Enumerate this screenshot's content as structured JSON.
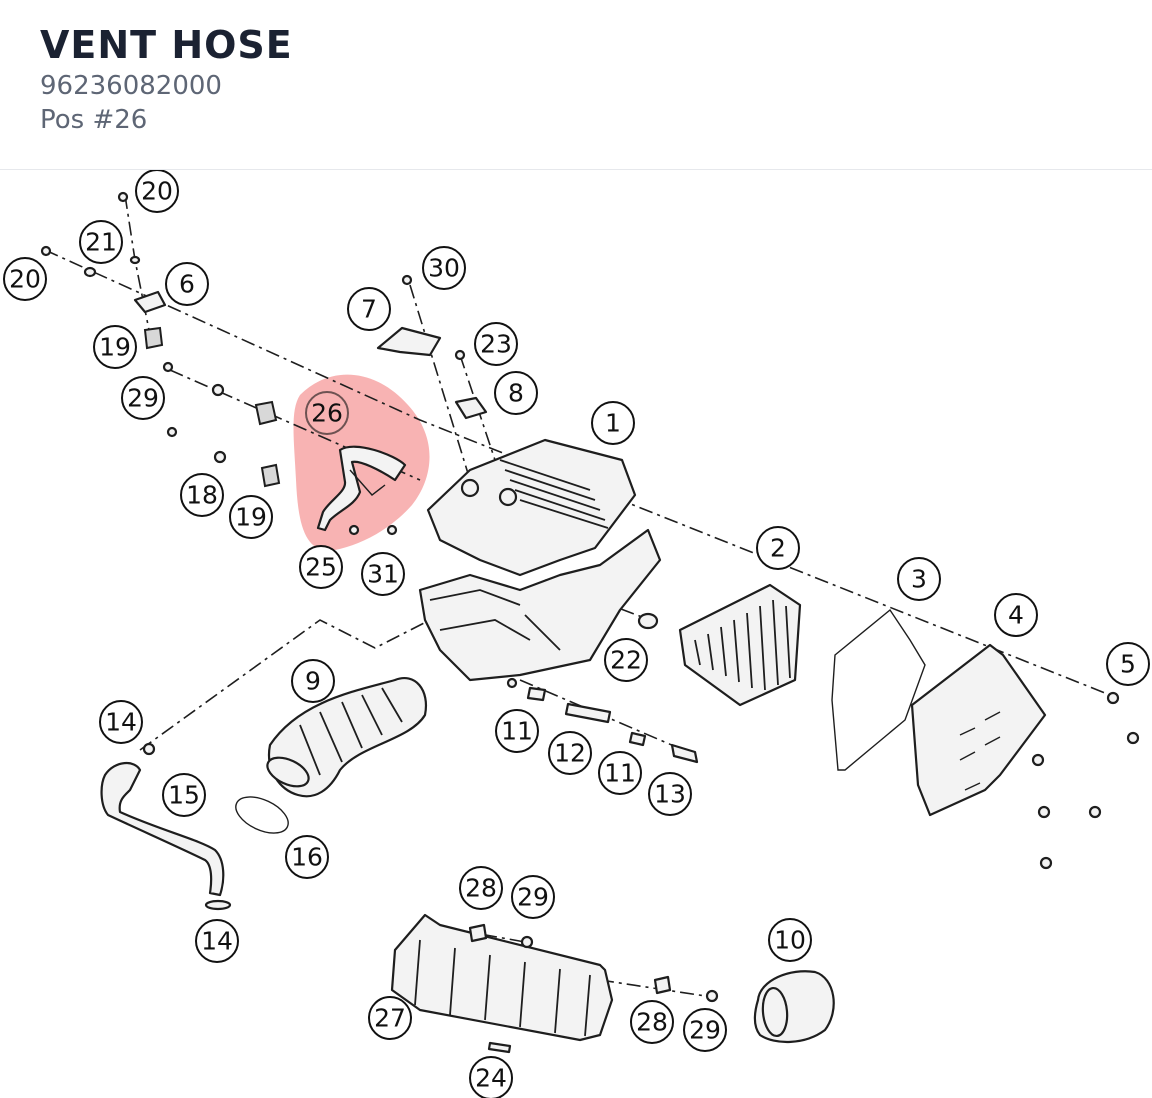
{
  "part": {
    "name": "VENT HOSE",
    "number": "96236082000",
    "position": "Pos #26"
  },
  "diagram": {
    "highlighted_callout": "26",
    "highlight_color": "#f58a8a",
    "callouts": [
      "1",
      "2",
      "3",
      "4",
      "5",
      "6",
      "7",
      "8",
      "9",
      "10",
      "11",
      "11",
      "12",
      "13",
      "14",
      "14",
      "15",
      "16",
      "18",
      "19",
      "19",
      "20",
      "20",
      "21",
      "22",
      "23",
      "24",
      "25",
      "26",
      "27",
      "28",
      "28",
      "29",
      "29",
      "29",
      "30",
      "31"
    ]
  }
}
